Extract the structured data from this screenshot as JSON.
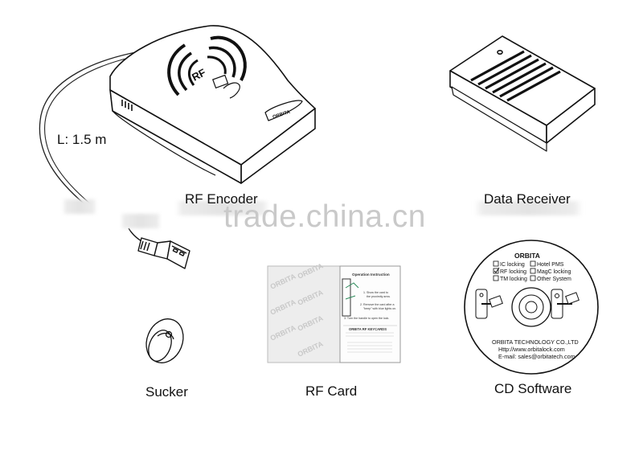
{
  "labels": {
    "cable_length": "L: 1.5 m",
    "rf_encoder": "RF Encoder",
    "data_receiver": "Data Receiver",
    "sucker": "Sucker",
    "rf_card": "RF Card",
    "cd_software": "CD Software"
  },
  "watermark": "trade.china.cn",
  "encoder": {
    "rf_text": "RF",
    "brand_plate": "ORBITA"
  },
  "card": {
    "pattern_text": "ORBITA",
    "instruction_title": "Operation Instruction",
    "step1": "1. Show the card to",
    "step1b": "the proximity area.",
    "step2": "2. Remove the card after a",
    "step2b": "\"beep\" with blue lights on.",
    "step3": "3. Turn the handle to open the lock.",
    "keycards_title": "ORBITA RF KEYCARDS"
  },
  "cd": {
    "title": "ORBITA",
    "options": [
      "IC locking",
      "Hotel PMS",
      "RF locking",
      "MagC locking",
      "TM locking",
      "Other System"
    ],
    "company": "ORBITA TECHNOLOGY CO.,LTD",
    "website": "Http://www.orbitalock.com",
    "email": "E-mail: sales@orbitatech.com"
  }
}
